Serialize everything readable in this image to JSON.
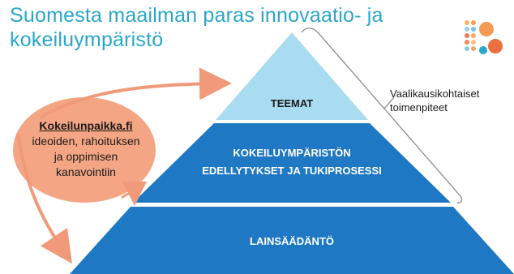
{
  "title": {
    "line1": "Suomesta maailman paras innovaatio- ja",
    "line2": "kokeiluympäristö"
  },
  "pyramid": {
    "top": "TEEMAT",
    "middle_line1": "KOKEILUYMPÄRISTÖN",
    "middle_line2": "EDELLYTYKSET JA TUKIPROSESSI",
    "bottom": "LAINSÄÄDÄNTÖ"
  },
  "callout": {
    "site": "Kokeilunpaikka.fi",
    "line1": "ideoiden, rahoituksen",
    "line2": "ja oppimisen",
    "line3": "kanavointiin"
  },
  "bracket": {
    "line1": "Vaalikausikohtaiset",
    "line2": "toimenpiteet"
  },
  "colors": {
    "title": "#2aa6c9",
    "top_tier": "#a9dcf0",
    "middle_tier": "#1f78c3",
    "bottom_tier": "#1f78c3",
    "callout_fill": "#f4a583",
    "arrow": "#f09a7a"
  },
  "logo_icon": "dot-grid-logo-icon"
}
